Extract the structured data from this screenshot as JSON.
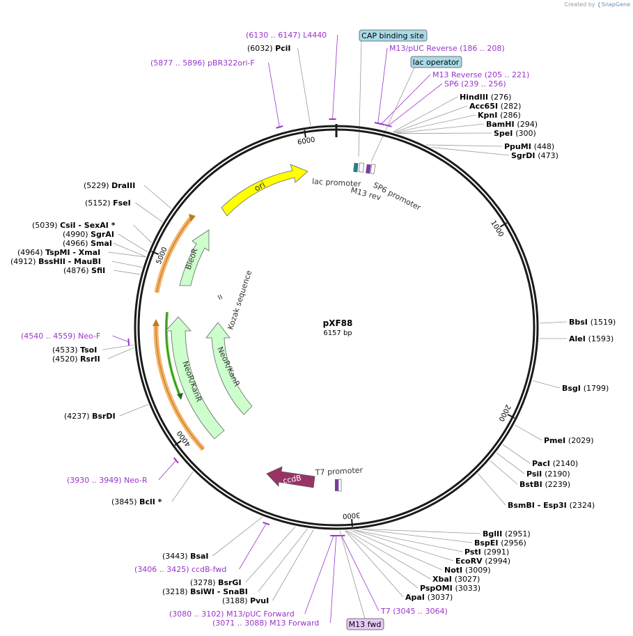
{
  "app": {
    "credit_prefix": "Created by",
    "credit_brand": "SnapGene",
    "plasmid_name": "pXF88",
    "plasmid_length": "6157 bp"
  },
  "colors": {
    "backbone": "#1a1a1a",
    "primer": "#9933cc",
    "enzyme_label": "#000000",
    "ori": "#ffff00",
    "resistance": "#ccffcc",
    "ccdB": "#993366",
    "promoter_box": "#a8dae8",
    "primer_box": "#e6c8f5",
    "orange_track": "#f5b46b",
    "green_track": "#66cc33"
  },
  "ruler": [
    {
      "label": "1000"
    },
    {
      "label": "2000"
    },
    {
      "label": "3000"
    },
    {
      "label": "4000"
    },
    {
      "label": "5000"
    },
    {
      "label": "6000"
    }
  ],
  "enzymes": [
    {
      "name": "PciI",
      "pos": "(6032)"
    },
    {
      "name": "HindIII",
      "pos": "(276)"
    },
    {
      "name": "Acc65I",
      "pos": "(282)"
    },
    {
      "name": "KpnI",
      "pos": "(286)"
    },
    {
      "name": "BamHI",
      "pos": "(294)"
    },
    {
      "name": "SpeI",
      "pos": "(300)"
    },
    {
      "name": "PpuMI",
      "pos": "(448)"
    },
    {
      "name": "SgrDI",
      "pos": "(473)"
    },
    {
      "name": "BbsI",
      "pos": "(1519)"
    },
    {
      "name": "AleI",
      "pos": "(1593)"
    },
    {
      "name": "BsgI",
      "pos": "(1799)"
    },
    {
      "name": "PmeI",
      "pos": "(2029)"
    },
    {
      "name": "PacI",
      "pos": "(2140)"
    },
    {
      "name": "PsiI",
      "pos": "(2190)"
    },
    {
      "name": "BstBI",
      "pos": "(2239)"
    },
    {
      "name": "BsmBI - Esp3I",
      "pos": "(2324)"
    },
    {
      "name": "BglII",
      "pos": "(2951)"
    },
    {
      "name": "BspEI",
      "pos": "(2956)"
    },
    {
      "name": "PstI",
      "pos": "(2991)"
    },
    {
      "name": "EcoRV",
      "pos": "(2994)"
    },
    {
      "name": "NotI",
      "pos": "(3009)"
    },
    {
      "name": "XbaI",
      "pos": "(3027)"
    },
    {
      "name": "PspOMI",
      "pos": "(3033)"
    },
    {
      "name": "ApaI",
      "pos": "(3037)"
    },
    {
      "name": "PvuI",
      "pos": "(3188)"
    },
    {
      "name": "BsiWI - SnaBI",
      "pos": "(3218)"
    },
    {
      "name": "BsrGI",
      "pos": "(3278)"
    },
    {
      "name": "BsaI",
      "pos": "(3443)"
    },
    {
      "name": "BclI *",
      "pos": "(3845)"
    },
    {
      "name": "BsrDI",
      "pos": "(4237)"
    },
    {
      "name": "RsrII",
      "pos": "(4520)"
    },
    {
      "name": "TsoI",
      "pos": "(4533)"
    },
    {
      "name": "SfiI",
      "pos": "(4876)"
    },
    {
      "name": "BssHII - MauBI",
      "pos": "(4912)"
    },
    {
      "name": "TspMI - XmaI",
      "pos": "(4964)"
    },
    {
      "name": "SmaI",
      "pos": "(4966)"
    },
    {
      "name": "SgrAI",
      "pos": "(4990)"
    },
    {
      "name": "CsiI - SexAI *",
      "pos": "(5039)"
    },
    {
      "name": "FseI",
      "pos": "(5152)"
    },
    {
      "name": "DraIII",
      "pos": "(5229)"
    }
  ],
  "primers": [
    {
      "name": "L4440",
      "pos": "(6130 .. 6147)"
    },
    {
      "name": "pBR322ori-F",
      "pos": "(5877 .. 5896)"
    },
    {
      "name": "M13/pUC Reverse",
      "pos": "(186 .. 208)"
    },
    {
      "name": "M13 Reverse",
      "pos": "(205 .. 221)"
    },
    {
      "name": "SP6",
      "pos": "(239 .. 256)"
    },
    {
      "name": "Neo-F",
      "pos": "(4540 .. 4559)"
    },
    {
      "name": "Neo-R",
      "pos": "(3930 .. 3949)"
    },
    {
      "name": "ccdB-fwd",
      "pos": "(3406 .. 3425)"
    },
    {
      "name": "M13/pUC Forward",
      "pos": "(3080 .. 3102)"
    },
    {
      "name": "M13 Forward",
      "pos": "(3071 .. 3088)"
    },
    {
      "name": "T7",
      "pos": "(3045 .. 3064)"
    }
  ],
  "boxes": [
    {
      "name": "CAP binding site"
    },
    {
      "name": "lac operator"
    },
    {
      "name": "M13 fwd"
    }
  ],
  "features": [
    {
      "name": "ori"
    },
    {
      "name": "BleoR"
    },
    {
      "name": "NeoR/KanR"
    },
    {
      "name": "NeoR/KanR"
    },
    {
      "name": "ccdB"
    },
    {
      "name": "Kozak sequence"
    },
    {
      "name": "lac promoter"
    },
    {
      "name": "M13 rev"
    },
    {
      "name": "SP6 promoter"
    },
    {
      "name": "T7 promoter"
    }
  ]
}
